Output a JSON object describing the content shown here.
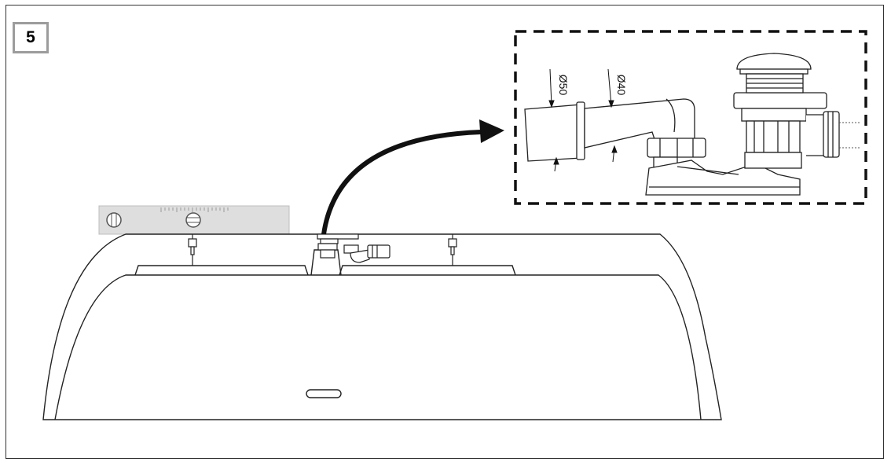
{
  "step": {
    "number": "5"
  },
  "detail": {
    "dim_outer": "Ø50",
    "dim_inner": "Ø40"
  }
}
